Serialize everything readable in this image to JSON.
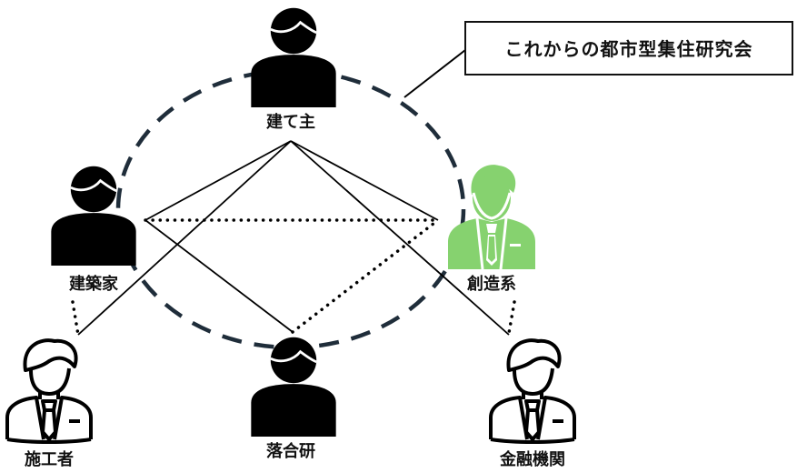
{
  "title": "これからの都市型集住研究会",
  "group_circle": {
    "style": "dashed",
    "color": "#1f2d3a"
  },
  "colors": {
    "default_icon": "#000000",
    "highlight_icon": "#86d26f",
    "line": "#000000"
  },
  "actors": [
    {
      "id": "owner",
      "label": "建て主",
      "icon": "person-silhouette-icon",
      "style": "solid",
      "highlight": false
    },
    {
      "id": "architect",
      "label": "建築家",
      "icon": "person-silhouette-icon",
      "style": "solid",
      "highlight": false
    },
    {
      "id": "creative",
      "label": "創造系",
      "icon": "businessman-icon",
      "style": "solid",
      "highlight": true
    },
    {
      "id": "ochiai_lab",
      "label": "落合研",
      "icon": "person-silhouette-icon",
      "style": "solid",
      "highlight": false
    },
    {
      "id": "contractor",
      "label": "施工者",
      "icon": "businessman-icon",
      "style": "outline",
      "highlight": false
    },
    {
      "id": "finance",
      "label": "金融機関",
      "icon": "businessman-icon",
      "style": "outline",
      "highlight": false
    }
  ],
  "connections": [
    {
      "from": "owner",
      "to": "architect",
      "type": "solid"
    },
    {
      "from": "owner",
      "to": "creative",
      "type": "solid"
    },
    {
      "from": "owner",
      "to": "contractor",
      "type": "solid"
    },
    {
      "from": "owner",
      "to": "finance",
      "type": "solid"
    },
    {
      "from": "architect",
      "to": "ochiai_lab",
      "type": "solid"
    },
    {
      "from": "architect",
      "to": "creative",
      "type": "dotted"
    },
    {
      "from": "ochiai_lab",
      "to": "creative",
      "type": "dotted"
    },
    {
      "from": "architect",
      "to": "contractor",
      "type": "dotted"
    },
    {
      "from": "creative",
      "to": "finance",
      "type": "dotted"
    }
  ]
}
